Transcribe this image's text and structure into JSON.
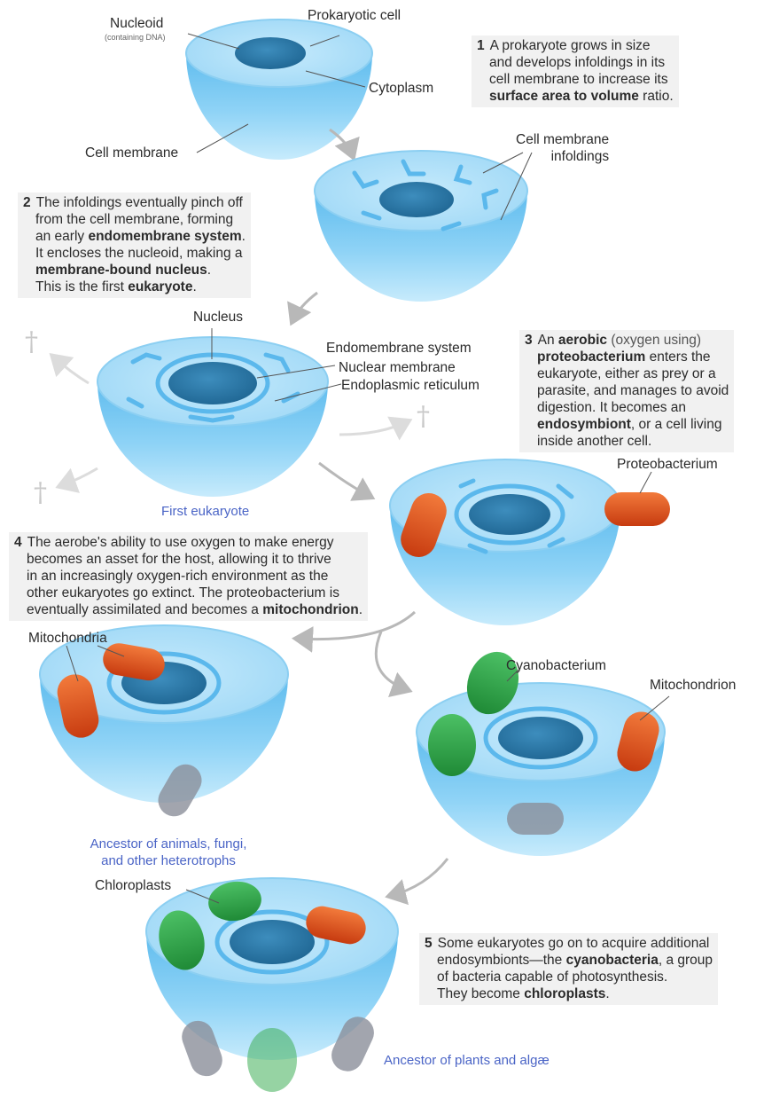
{
  "labels": {
    "prokaryotic_cell": "Prokaryotic cell",
    "nucleoid": "Nucleoid",
    "containing_dna": "(containing DNA)",
    "cytoplasm": "Cytoplasm",
    "cell_membrane": "Cell membrane",
    "cell_membrane_infoldings_line1": "Cell membrane",
    "cell_membrane_infoldings_line2": "infoldings",
    "nucleus": "Nucleus",
    "endomembrane_system": "Endomembrane system",
    "nuclear_membrane": "Nuclear membrane",
    "endoplasmic_reticulum": "Endoplasmic reticulum",
    "proteobacterium": "Proteobacterium",
    "mitochondria": "Mitochondria",
    "cyanobacterium": "Cyanobacterium",
    "mitochondrion": "Mitochondrion",
    "chloroplasts": "Chloroplasts"
  },
  "captions": {
    "first_eukaryote": "First eukaryote",
    "ancestor_animals_line1": "Ancestor of animals, fungi,",
    "ancestor_animals_line2": "and other heterotrophs",
    "ancestor_plants": "Ancestor of plants and algæ"
  },
  "steps": {
    "s1": {
      "num": "1",
      "l1": "A prokaryote grows in size",
      "l2": "and develops infoldings in its",
      "l3": "cell membrane to increase its",
      "l4_bold": "surface area to volume",
      "l4_rest": " ratio."
    },
    "s2": {
      "num": "2",
      "l1": "The infoldings eventually pinch off",
      "l2": "from the cell membrane, forming",
      "l3_pre": "an early ",
      "l3_bold": "endomembrane system",
      "l3_post": ".",
      "l4": "It encloses the nucleoid, making a",
      "l5_bold": "membrane-bound nucleus",
      "l5_post": ".",
      "l6_pre": "This is the first ",
      "l6_bold": "eukaryote",
      "l6_post": "."
    },
    "s3": {
      "num": "3",
      "l1_pre": "An ",
      "l1_bold": "aerobic",
      "l1_light": " (oxygen using)",
      "l2_bold": "proteobacterium",
      "l2_post": " enters the",
      "l3": "eukaryote, either as prey or a",
      "l4": "parasite, and manages to avoid",
      "l5": "digestion. It becomes an",
      "l6_bold": "endosymbiont",
      "l6_post": ", or a cell living",
      "l7": "inside another cell."
    },
    "s4": {
      "num": "4",
      "l1": "The aerobe's ability to use oxygen to make energy",
      "l2": "becomes an asset for the host, allowing it to thrive",
      "l3": "in an increasingly oxygen-rich environment as the",
      "l4": "other eukaryotes go extinct. The proteobacterium is",
      "l5_pre": "eventually assimilated and becomes a ",
      "l5_bold": "mitochondrion",
      "l5_post": "."
    },
    "s5": {
      "num": "5",
      "l1": "Some eukaryotes go on to acquire additional",
      "l2_pre": "endosymbionts—the ",
      "l2_bold": "cyanobacteria",
      "l2_post": ", a group",
      "l3": "of bacteria capable of photosynthesis.",
      "l4_pre": "They become ",
      "l4_bold": "chloroplasts",
      "l4_post": "."
    }
  },
  "symbols": {
    "dagger": "†"
  },
  "colors": {
    "cell_light": "#bfe6fb",
    "cell_mid": "#7ccaf2",
    "cell_dark": "#3aa6e4",
    "cut_face": "#a9dcf7",
    "nucleus": "#2b78a8",
    "mitochondrion": "#e4561f",
    "chloroplast": "#2fa24a",
    "arrow": "#b8b8b8",
    "caption": "#4a64c6"
  }
}
